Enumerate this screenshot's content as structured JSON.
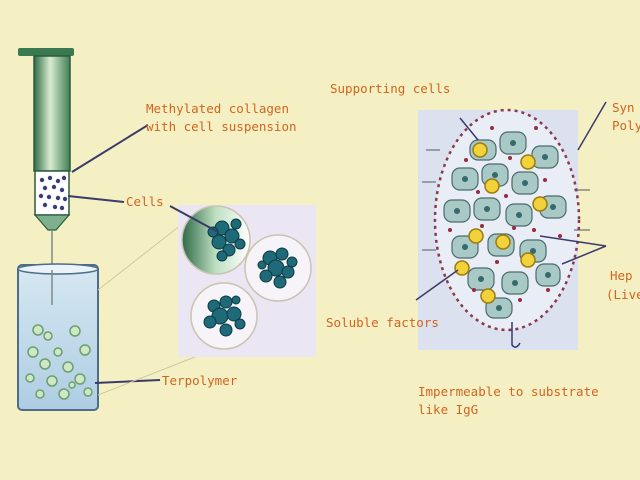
{
  "labels": {
    "collagen_line1": "Methylated collagen",
    "collagen_line2": "with cell suspension",
    "cells": "Cells",
    "terpolymer": "Terpolymer",
    "supporting_cells": "Supporting cells",
    "synthetic_line1": "Syn",
    "synthetic_line2": "Poly",
    "hepatocytes_line1": "Hep",
    "hepatocytes_line2": "(Live",
    "soluble_factors": "Soluble factors",
    "impermeable_line1": "Impermeable to substrate",
    "impermeable_line2": "like IgG"
  },
  "colors": {
    "background": "#f4f0c4",
    "label_text": "#d2641e",
    "syringe_green": "#4f8a5a",
    "cell_cluster": "#1f6a78",
    "panel": "#ebe6f3",
    "capsule_cell": "#a9c9c6",
    "yellow_cell": "#f2d23a",
    "capsule_border": "#8a3a4a"
  }
}
